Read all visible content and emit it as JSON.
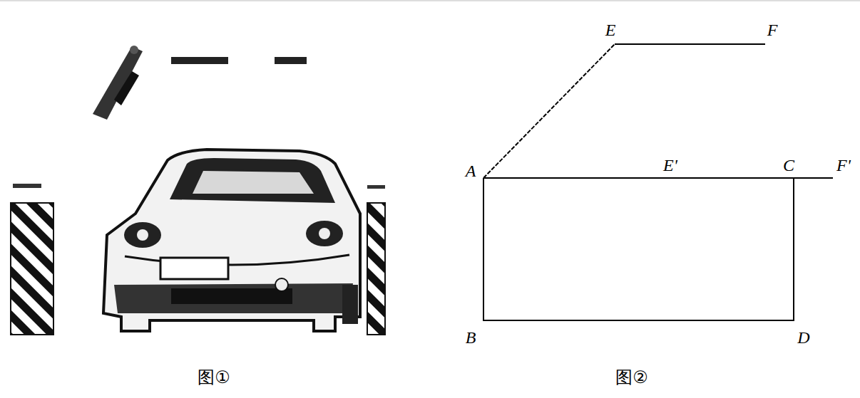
{
  "diagram": {
    "labels": [
      "E",
      "F",
      "A",
      "E'",
      "C",
      "F'",
      "B",
      "D",
      "图①",
      "图②"
    ]
  }
}
